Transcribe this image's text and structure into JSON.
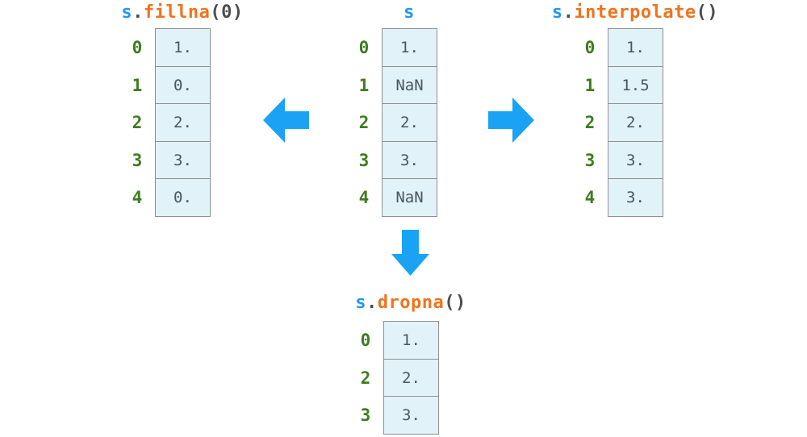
{
  "colors": {
    "code_blue": "#2196f3",
    "code_orange": "#f1731d",
    "code_dark": "#4d4d4d",
    "index_green": "#3d7c1f",
    "value_gray": "#4c565c",
    "cell_bg": "#e1f2f9",
    "cell_border": "#909090",
    "arrow_blue": "#1aa3f5",
    "background": "#ffffff"
  },
  "tables": {
    "fillna": {
      "title": {
        "object": "s",
        "dot": ".",
        "method": "fillna",
        "suffix": "(0)"
      },
      "rows": [
        {
          "index": "0",
          "value": "1."
        },
        {
          "index": "1",
          "value": "0."
        },
        {
          "index": "2",
          "value": "2."
        },
        {
          "index": "3",
          "value": "3."
        },
        {
          "index": "4",
          "value": "0."
        }
      ]
    },
    "source": {
      "title": {
        "object": "s"
      },
      "rows": [
        {
          "index": "0",
          "value": "1."
        },
        {
          "index": "1",
          "value": "NaN"
        },
        {
          "index": "2",
          "value": "2."
        },
        {
          "index": "3",
          "value": "3."
        },
        {
          "index": "4",
          "value": "NaN"
        }
      ]
    },
    "interpolate": {
      "title": {
        "object": "s",
        "dot": ".",
        "method": "interpolate",
        "suffix": "()"
      },
      "rows": [
        {
          "index": "0",
          "value": "1."
        },
        {
          "index": "1",
          "value": "1.5"
        },
        {
          "index": "2",
          "value": "2."
        },
        {
          "index": "3",
          "value": "3."
        },
        {
          "index": "4",
          "value": "3."
        }
      ]
    },
    "dropna": {
      "title": {
        "object": "s",
        "dot": ".",
        "method": "dropna",
        "suffix": "()"
      },
      "rows": [
        {
          "index": "0",
          "value": "1."
        },
        {
          "index": "2",
          "value": "2."
        },
        {
          "index": "3",
          "value": "3."
        }
      ]
    }
  },
  "arrows": [
    {
      "direction": "left"
    },
    {
      "direction": "right"
    },
    {
      "direction": "down"
    }
  ]
}
